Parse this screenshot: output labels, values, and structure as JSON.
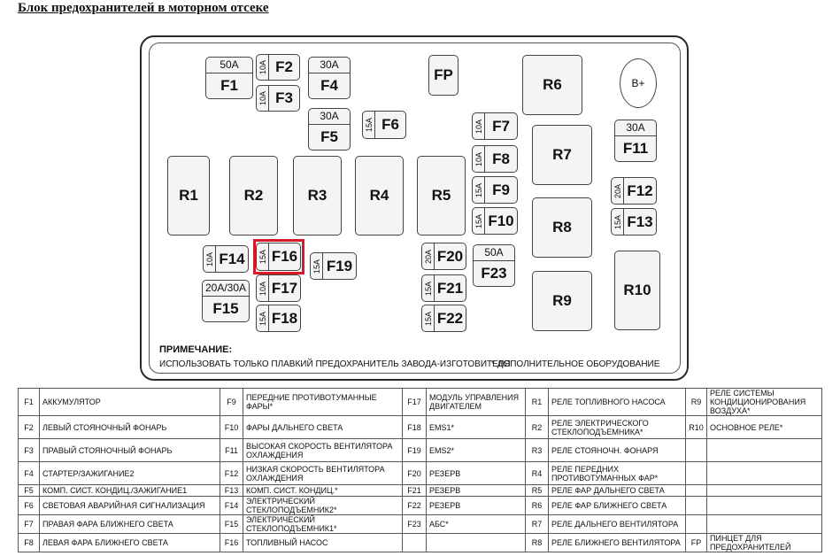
{
  "title": "Блок предохранителей в моторном отсеке",
  "relays": {
    "r1": "R1",
    "r2": "R2",
    "r3": "R3",
    "r4": "R4",
    "r5": "R5",
    "r6": "R6",
    "r7": "R7",
    "r8": "R8",
    "r9": "R9",
    "r10": "R10",
    "fp": "FP",
    "bplus": "B+"
  },
  "fuses": {
    "f1": {
      "name": "F1",
      "amp": "50A"
    },
    "f2": {
      "name": "F2",
      "amp": "10A"
    },
    "f3": {
      "name": "F3",
      "amp": "10A"
    },
    "f4": {
      "name": "F4",
      "amp": "30A"
    },
    "f5": {
      "name": "F5",
      "amp": "30A"
    },
    "f6": {
      "name": "F6",
      "amp": "15A"
    },
    "f7": {
      "name": "F7",
      "amp": "10A"
    },
    "f8": {
      "name": "F8",
      "amp": "10A"
    },
    "f9": {
      "name": "F9",
      "amp": "15A"
    },
    "f10": {
      "name": "F10",
      "amp": "15A"
    },
    "f11": {
      "name": "F11",
      "amp": "30A"
    },
    "f12": {
      "name": "F12",
      "amp": "20A"
    },
    "f13": {
      "name": "F13",
      "amp": "15A"
    },
    "f14": {
      "name": "F14",
      "amp": "10A"
    },
    "f15": {
      "name": "F15",
      "amp": "20A/30A"
    },
    "f16": {
      "name": "F16",
      "amp": "15A"
    },
    "f17": {
      "name": "F17",
      "amp": "10A"
    },
    "f18": {
      "name": "F18",
      "amp": "15A"
    },
    "f19": {
      "name": "F19",
      "amp": "15A"
    },
    "f20": {
      "name": "F20",
      "amp": "20A"
    },
    "f21": {
      "name": "F21",
      "amp": "15A"
    },
    "f22": {
      "name": "F22",
      "amp": "15A"
    },
    "f23": {
      "name": "F23",
      "amp": "50A"
    }
  },
  "note": {
    "heading": "ПРИМЕЧАНИЕ:",
    "line1": "ИСПОЛЬЗОВАТЬ ТОЛЬКО ПЛАВКИЙ ПРЕДОХРАНИТЕЛЬ ЗАВОДА-ИЗГОТОВИТЕЛЯ",
    "line2": "* ДОПОЛНИТЕЛЬНОЕ ОБОРУДОВАНИЕ"
  },
  "legend": [
    [
      [
        "F1",
        "АККУМУЛЯТОР"
      ],
      [
        "F9",
        "ПЕРЕДНИЕ ПРОТИВОТУМАННЫЕ ФАРЫ*"
      ],
      [
        "F17",
        "МОДУЛЬ УПРАВЛЕНИЯ ДВИГАТЕЛЕМ"
      ],
      [
        "R1",
        "РЕЛЕ ТОПЛИВНОГО НАСОСА"
      ],
      [
        "R9",
        "РЕЛЕ СИСТЕМЫ КОНДИЦИОНИРОВАНИЯ ВОЗДУХА*"
      ]
    ],
    [
      [
        "F2",
        "ЛЕВЫЙ СТОЯНОЧНЫЙ ФОНАРЬ"
      ],
      [
        "F10",
        "ФАРЫ ДАЛЬНЕГО СВЕТА"
      ],
      [
        "F18",
        "EMS1*"
      ],
      [
        "R2",
        "РЕЛЕ ЭЛЕКТРИЧЕСКОГО СТЕКЛОПОДЪЕМНИКА*"
      ],
      [
        "R10",
        "ОСНОВНОЕ РЕЛЕ*"
      ]
    ],
    [
      [
        "F3",
        "ПРАВЫЙ СТОЯНОЧНЫЙ ФОНАРЬ"
      ],
      [
        "F11",
        "ВЫСОКАЯ СКОРОСТЬ ВЕНТИЛЯТОРА ОХЛАЖДЕНИЯ"
      ],
      [
        "F19",
        "EMS2*"
      ],
      [
        "R3",
        "РЕЛЕ СТОЯНОЧН. ФОНАРЯ"
      ],
      [
        "",
        ""
      ]
    ],
    [
      [
        "F4",
        "СТАРТЕР/ЗАЖИГАНИЕ2"
      ],
      [
        "F12",
        "НИЗКАЯ СКОРОСТЬ ВЕНТИЛЯТОРА ОХЛАЖДЕНИЯ"
      ],
      [
        "F20",
        "РЕЗЕРВ"
      ],
      [
        "R4",
        "РЕЛЕ ПЕРЕДНИХ ПРОТИВОТУМАННЫХ ФАР*"
      ],
      [
        "",
        ""
      ]
    ],
    [
      [
        "F5",
        "КОМП. СИСТ. КОНДИЦ./ЗАЖИГАНИЕ1"
      ],
      [
        "F13",
        "КОМП. СИСТ. КОНДИЦ.*"
      ],
      [
        "F21",
        "РЕЗЕРВ"
      ],
      [
        "R5",
        "РЕЛЕ ФАР ДАЛЬНЕГО СВЕТА"
      ],
      [
        "",
        ""
      ]
    ],
    [
      [
        "F6",
        "СВЕТОВАЯ АВАРИЙНАЯ СИГНАЛИЗАЦИЯ"
      ],
      [
        "F14",
        "ЭЛЕКТРИЧЕСКИЙ СТЕКЛОПОДЪЕМНИК2*"
      ],
      [
        "F22",
        "РЕЗЕРВ"
      ],
      [
        "R6",
        "РЕЛЕ ФАР БЛИЖНЕГО СВЕТА"
      ],
      [
        "",
        ""
      ]
    ],
    [
      [
        "F7",
        "ПРАВАЯ ФАРА БЛИЖНЕГО СВЕТА"
      ],
      [
        "F15",
        "ЭЛЕКТРИЧЕСКИЙ СТЕКЛОПОДЪЕМНИК1*"
      ],
      [
        "F23",
        "АБС*"
      ],
      [
        "R7",
        "РЕЛЕ ДАЛЬНЕГО ВЕНТИЛЯТОРА"
      ],
      [
        "",
        ""
      ]
    ],
    [
      [
        "F8",
        "ЛЕВАЯ ФАРА БЛИЖНЕГО СВЕТА"
      ],
      [
        "F16",
        "ТОПЛИВНЫЙ НАСОС"
      ],
      [
        "",
        ""
      ],
      [
        "R8",
        "РЕЛЕ БЛИЖНЕГО ВЕНТИЛЯТОРА"
      ],
      [
        "FP",
        "ПИНЦЕТ ДЛЯ ПРЕДОХРАНИТЕЛЕЙ"
      ]
    ]
  ]
}
